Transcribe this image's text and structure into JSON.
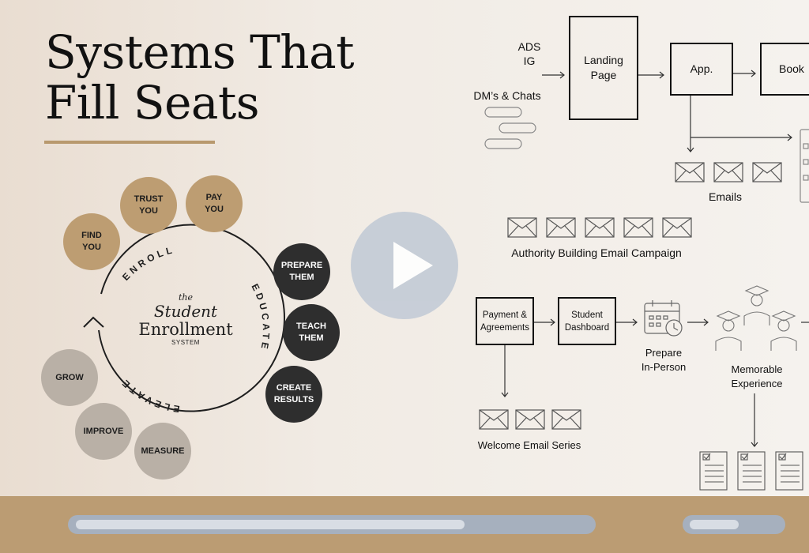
{
  "slide": {
    "title_line1": "Systems That",
    "title_line2": "Fill Seats"
  },
  "cycle": {
    "center": {
      "the": "the",
      "student": "Student",
      "enrollment": "Enrollment",
      "system": "SYSTEM"
    },
    "arc_labels": {
      "enroll": "ENROLL",
      "educate": "EDUCATE",
      "elevate": "ELEVATE"
    },
    "steps": [
      {
        "line1": "TRUST",
        "line2": "YOU",
        "phase": "enroll"
      },
      {
        "line1": "PAY",
        "line2": "YOU",
        "phase": "enroll"
      },
      {
        "line1": "FIND",
        "line2": "YOU",
        "phase": "enroll"
      },
      {
        "line1": "PREPARE",
        "line2": "THEM",
        "phase": "educate"
      },
      {
        "line1": "TEACH",
        "line2": "THEM",
        "phase": "educate"
      },
      {
        "line1": "CREATE",
        "line2": "RESULTS",
        "phase": "educate"
      },
      {
        "line1": "GROW",
        "line2": "",
        "phase": "elevate"
      },
      {
        "line1": "IMPROVE",
        "line2": "",
        "phase": "elevate"
      },
      {
        "line1": "MEASURE",
        "line2": "",
        "phase": "elevate"
      }
    ]
  },
  "flow": {
    "ads": "ADS",
    "ig": "IG",
    "dms": "DM’s & Chats",
    "landing_page_1": "Landing",
    "landing_page_2": "Page",
    "app": "App.",
    "book": "Book",
    "emails": "Emails",
    "authority_campaign": "Authority Building Email Campaign",
    "payment_1": "Payment &",
    "payment_2": "Agreements",
    "dashboard_1": "Student",
    "dashboard_2": "Dashboard",
    "prepare_1": "Prepare",
    "prepare_2": "In-Person",
    "memorable_1": "Memorable",
    "memorable_2": "Experience",
    "welcome_series": "Welcome Email Series"
  },
  "player": {
    "play_icon": "play-icon",
    "progress_fraction": 0.76,
    "volume_fraction": 0.55
  },
  "colors": {
    "gold": "#bd9d72",
    "dark": "#2e2e2e",
    "grey": "#b9b0a6",
    "controls_bar": "#bb9c73",
    "play_overlay": "#c3cbd6"
  }
}
